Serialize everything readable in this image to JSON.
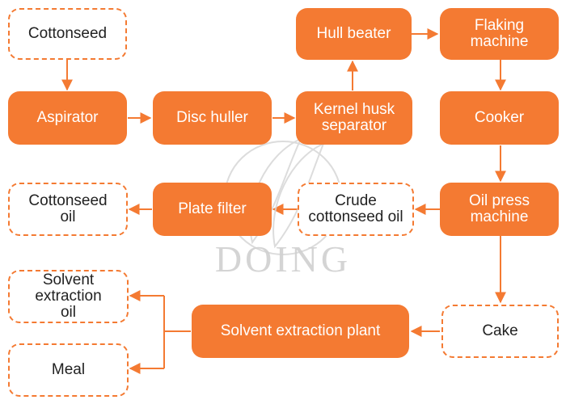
{
  "nodes": {
    "cottonseed": "Cottonseed",
    "aspirator": "Aspirator",
    "disc_huller": "Disc huller",
    "kernel_husk_separator": "Kernel husk separator",
    "hull_beater": "Hull beater",
    "flaking_machine": "Flaking machine",
    "cooker": "Cooker",
    "oil_press_machine": "Oil press machine",
    "crude_cottonseed_oil": "Crude cottonseed oil",
    "plate_filter": "Plate filter",
    "cottonseed_oil": "Cottonseed oil",
    "cake": "Cake",
    "solvent_extraction_plant": "Solvent extraction plant",
    "solvent_extraction_oil": "Solvent extraction oil",
    "meal": "Meal"
  },
  "watermark": "DOING",
  "colors": {
    "accent": "#f47a32",
    "text_dark": "#222222",
    "text_light": "#ffffff",
    "watermark": "#d6d6d6"
  }
}
